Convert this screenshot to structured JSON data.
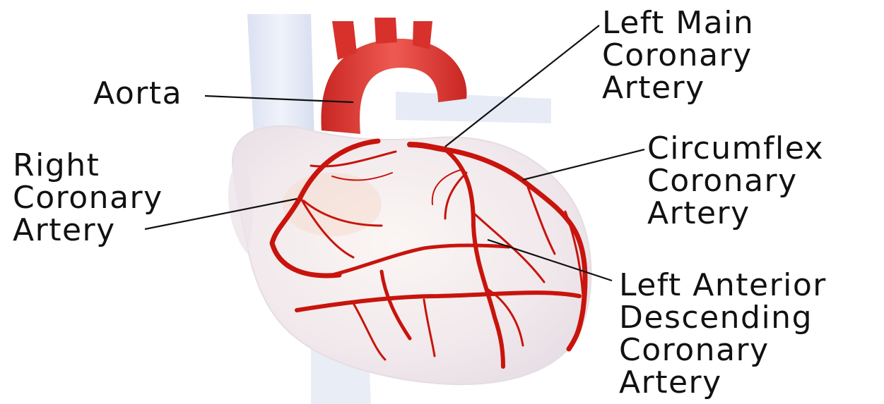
{
  "labels": {
    "aorta": [
      "Aorta"
    ],
    "left_main": [
      "Left Main",
      "Coronary",
      "Artery"
    ],
    "circumflex": [
      "Circumflex",
      "Coronary",
      "Artery"
    ],
    "right_coronary": [
      "Right",
      "Coronary",
      "Artery"
    ],
    "lad": [
      "Left Anterior",
      "Descending",
      "Coronary",
      "Artery"
    ]
  },
  "colors": {
    "artery": "#c8140c",
    "aorta": "#e0403a",
    "heart_tissue": "#f3eef0",
    "vessel_blue": "#dfe6f5",
    "leader_line": "#111111"
  }
}
